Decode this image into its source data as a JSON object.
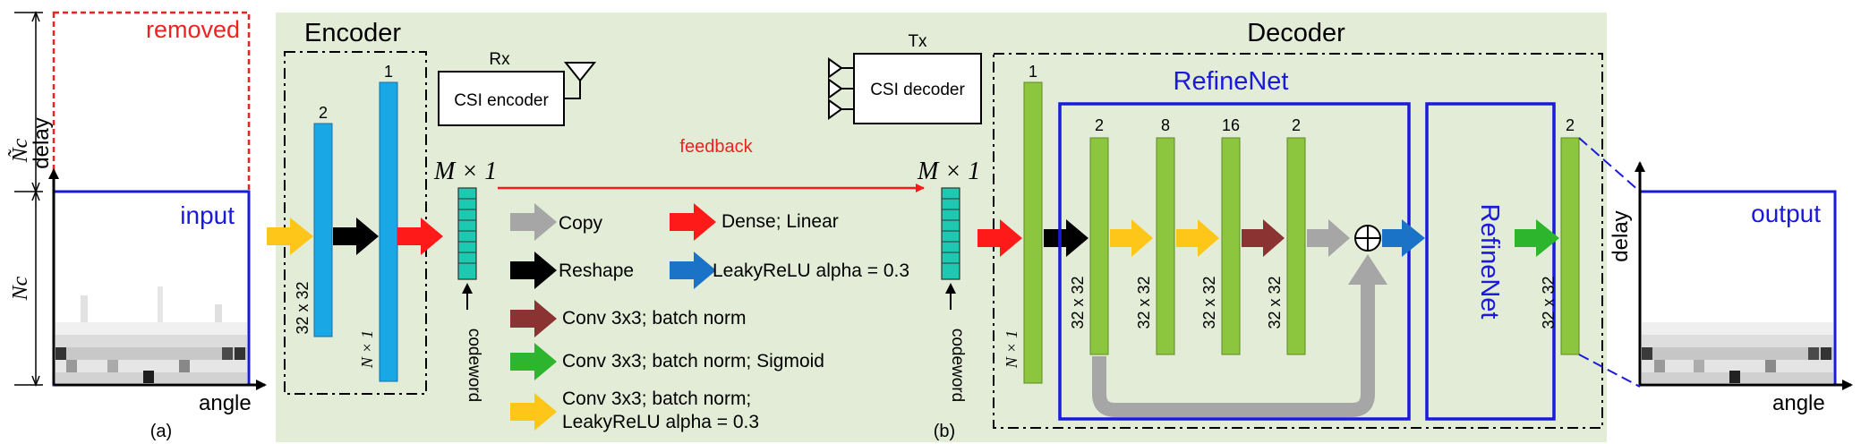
{
  "panel_a": {
    "removed_label": "removed",
    "input_label": "input",
    "delay_label": "delay",
    "angle_label": "angle",
    "nc_tilde_label": "Ñc",
    "nc_label": "Nc",
    "caption": "(a)"
  },
  "panel_b": {
    "caption": "(b)",
    "encoder_title": "Encoder",
    "decoder_title": "Decoder",
    "rx_label": "Rx",
    "tx_label": "Tx",
    "csi_encoder_label": "CSI encoder",
    "csi_decoder_label": "CSI decoder",
    "feedback_label": "feedback",
    "m1_left": "M × 1",
    "m1_right": "M × 1",
    "codeword_left": "codeword",
    "codeword_right": "codeword",
    "enc_dim_2": "2",
    "enc_dim_1": "1",
    "enc_size_3232": "32 x 32",
    "enc_size_n1": "N × 1",
    "dec_dim_1": "1",
    "dec_size_n1": "N × 1",
    "refinenet_title": "RefineNet",
    "refinenet_block_label": "RefineNet",
    "refine_dims": [
      "2",
      "8",
      "16",
      "2"
    ],
    "refine_sizes": [
      "32 x 32",
      "32 x 32",
      "32 x 32",
      "32 x 32"
    ],
    "out_dim": "2",
    "out_size": "32 x 32",
    "plus_symbol": "⊕"
  },
  "legend": {
    "copy": "Copy",
    "reshape": "Reshape",
    "dense": "Dense; Linear",
    "leaky": "LeakyReLU alpha = 0.3",
    "conv_bn": "Conv 3x3; batch norm",
    "conv_sig": "Conv 3x3; batch norm; Sigmoid",
    "conv_leaky_1": "Conv 3x3; batch norm;",
    "conv_leaky_2": "LeakyReLU alpha = 0.3"
  },
  "panel_c": {
    "output_label": "output",
    "delay_label": "delay",
    "angle_label": "angle"
  },
  "colors": {
    "panel_bg": "#e3ecd6",
    "arrow_copy": "#a6a6a6",
    "arrow_reshape": "#000000",
    "arrow_dense": "#ff1a1a",
    "arrow_leaky": "#1a73c6",
    "arrow_conv_bn": "#8b3232",
    "arrow_conv_sig": "#2db52d",
    "arrow_conv_leaky": "#ffc61a",
    "enc_bar": "#1aa7e6",
    "dec_bar": "#8cc63f",
    "codeword": "#1dc9b0",
    "blue_text": "#1a1adc",
    "red_text": "#ee2222"
  }
}
